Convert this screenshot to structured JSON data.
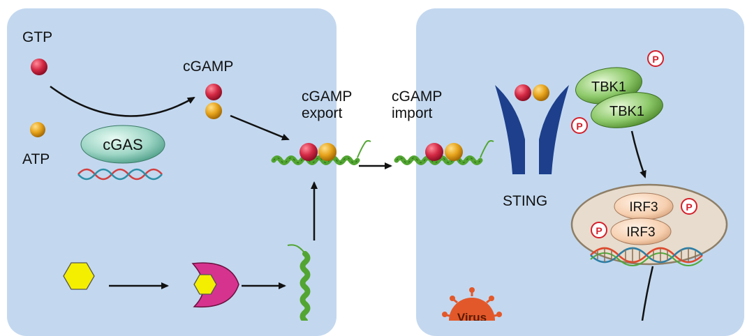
{
  "labels": {
    "gtp": "GTP",
    "atp": "ATP",
    "cgamp": "cGAMP",
    "cgas": "cGAS",
    "cgamp_export": "cGAMP export",
    "cgamp_import": "cGAMP import",
    "sting": "STING",
    "tbk1_top": "TBK1",
    "tbk1_bottom": "TBK1",
    "irf3_top": "IRF3",
    "irf3_bottom": "IRF3",
    "phospho": "P",
    "virus": "Virus"
  },
  "colors": {
    "cell": "#c3d8ef",
    "gtp_ball": "#d42a45",
    "atp_ball": "#e7a41c",
    "cgas": "#9fd6c6",
    "tbk1": "#8dc96a",
    "irf3": "#f6cfaf",
    "nucleus": "#e7dccd",
    "sting": "#1d3f8c",
    "helix": "#52a532",
    "hexagon": "#f4ee00",
    "crescent": "#d6338f",
    "virus": "#e3582a",
    "phospho_ring": "#d41f2a"
  }
}
